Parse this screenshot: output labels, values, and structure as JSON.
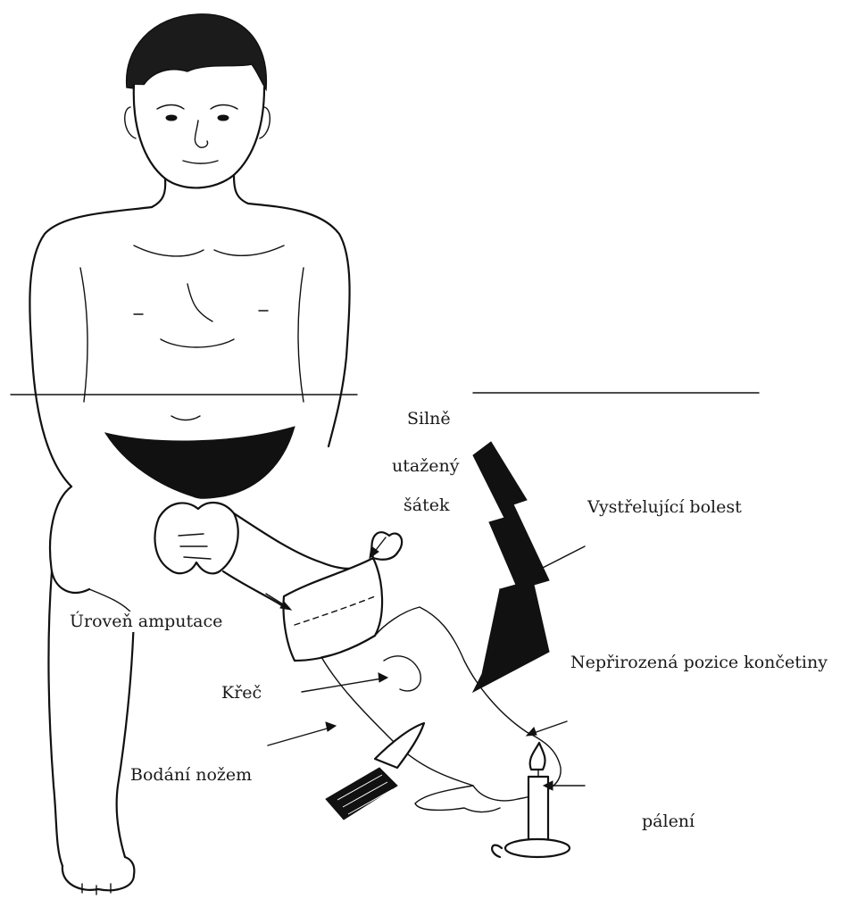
{
  "labels": {
    "silne": "Silně",
    "utazeny": "utažený",
    "satek": "šátek",
    "vystrelujici": "Vystřelující bolest",
    "uroven": "Úroveň amputace",
    "neprirozena": "Nepřirozená pozice končetiny",
    "krec": "Křeč",
    "bodani": "Bodání nožem",
    "paleni": "pálení"
  },
  "colors": {
    "ink": "#111111",
    "background": "#ffffff"
  },
  "icons": [
    "lightning-bolt-icon",
    "knife-icon",
    "candle-icon"
  ]
}
